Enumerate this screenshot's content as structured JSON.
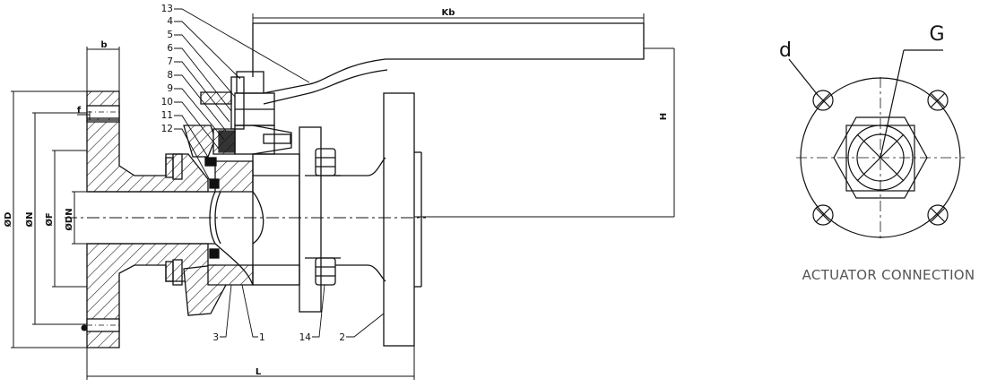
{
  "callouts": [
    "13",
    "4",
    "5",
    "6",
    "7",
    "8",
    "9",
    "10",
    "11",
    "12",
    "3",
    "1",
    "14",
    "2"
  ],
  "dimensions": {
    "b": "b",
    "f": "f",
    "kb": "Kb",
    "h": "H",
    "l": "L",
    "d_outer": "ØD",
    "n": "ØN",
    "f_dia": "ØF",
    "dn": "ØDN"
  },
  "actuator": {
    "label_d": "d",
    "label_g": "G",
    "caption": "ACTUATOR CONNECTION"
  }
}
